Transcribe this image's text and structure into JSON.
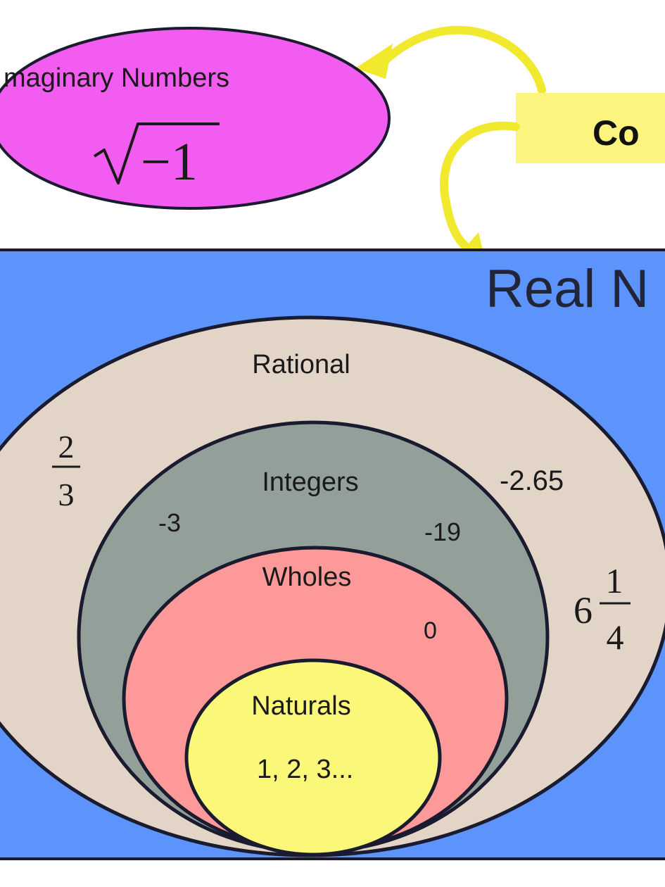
{
  "imaginary": {
    "label": "maginary Numbers",
    "symbol": "−1"
  },
  "complex": {
    "label": "Co"
  },
  "real": {
    "label": "Real N"
  },
  "rational": {
    "label": "Rational",
    "fraction_num": "2",
    "fraction_den": "3",
    "decimal": "-2.65",
    "mixed_whole": "6",
    "mixed_num": "1",
    "mixed_den": "4"
  },
  "integers": {
    "label": "Integers",
    "example_a": "-3",
    "example_b": "-19"
  },
  "wholes": {
    "label": "Wholes",
    "example": "0"
  },
  "naturals": {
    "label": "Naturals",
    "example": "1, 2, 3..."
  },
  "colors": {
    "imaginary": "#f25cf0",
    "complex_box": "#fbf57f",
    "arrow": "#f0e92e",
    "real_bg": "#5d94fb",
    "rational": "#e2d4c6",
    "integers": "#93a09a",
    "wholes": "#fd9999",
    "naturals": "#fbf778",
    "outline": "#1b1b30"
  }
}
